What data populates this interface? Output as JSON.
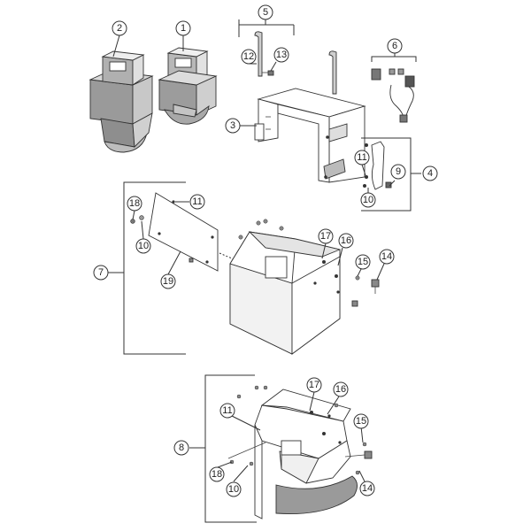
{
  "callouts": {
    "c1": "1",
    "c2": "2",
    "c3": "3",
    "c4": "4",
    "c5": "5",
    "c6": "6",
    "c7": "7",
    "c8": "8",
    "c9": "9",
    "c10a": "10",
    "c10b": "10",
    "c10c": "10",
    "c11a": "11",
    "c11b": "11",
    "c11c": "11",
    "c12": "12",
    "c13": "13",
    "c14a": "14",
    "c14b": "14",
    "c15a": "15",
    "c15b": "15",
    "c16a": "16",
    "c16b": "16",
    "c17a": "17",
    "c17b": "17",
    "c18a": "18",
    "c18b": "18",
    "c19": "19"
  },
  "colors": {
    "line": "#333333",
    "shade_dark": "#8a8a8a",
    "shade_mid": "#b4b4b4",
    "shade_light": "#e6e6e6"
  }
}
